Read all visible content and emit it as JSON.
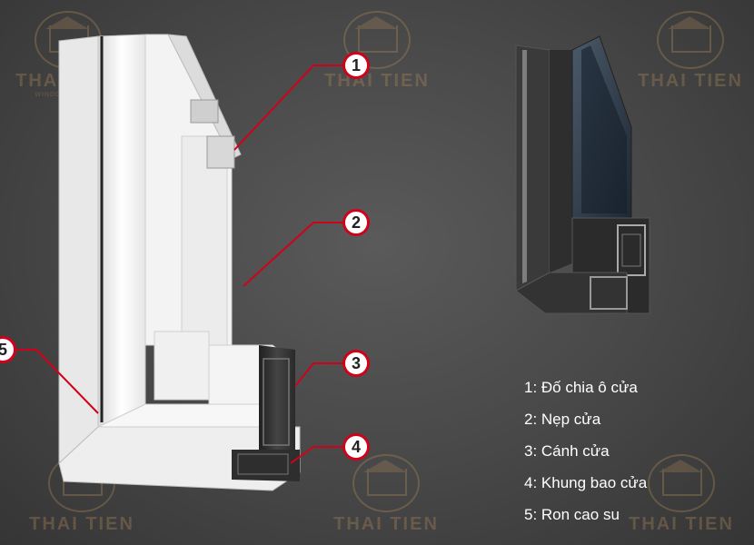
{
  "watermark": {
    "brand": "THAI TIEN",
    "tagline": "WINDOW & DOOR"
  },
  "callouts": [
    "1",
    "2",
    "3",
    "4",
    "5"
  ],
  "legend": [
    "1: Đố chia ô cửa",
    "2: Nẹp cửa",
    "3: Cánh cửa",
    "4: Khung bao cửa",
    "5: Ron cao su"
  ],
  "colors": {
    "callout_red": "#d0021b",
    "profile_white": "#f2f2f2",
    "profile_dark": "#2b2b2b",
    "background": "#474747"
  }
}
